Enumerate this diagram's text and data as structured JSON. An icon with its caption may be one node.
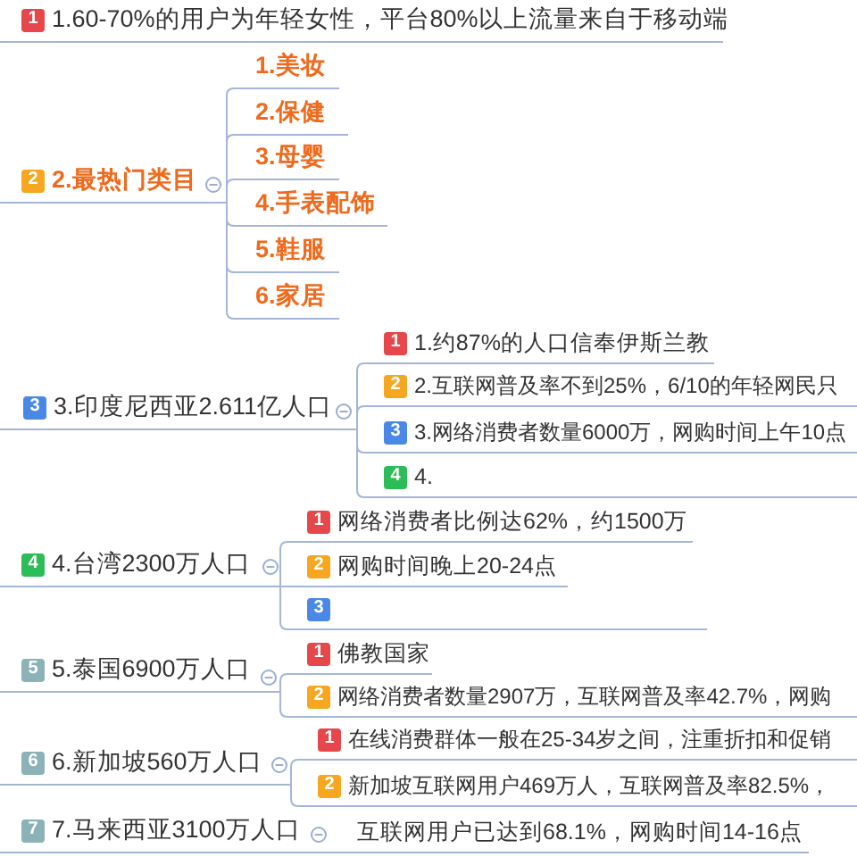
{
  "diagram": {
    "nodes": [
      {
        "text": [
          "1",
          "1.60-70%的用户为年轻女性，平台80%以上流量来自于移动端"
        ]
      },
      {
        "text": [
          "2",
          "2.最热门类目"
        ]
      },
      {
        "text": [
          "1.美妆"
        ]
      },
      {
        "text": [
          "2.保健"
        ]
      },
      {
        "text": [
          "3.母婴"
        ]
      },
      {
        "text": [
          "4.手表配饰"
        ]
      },
      {
        "text": [
          "5.鞋服"
        ]
      },
      {
        "text": [
          "6.家居"
        ]
      },
      {
        "text": [
          "3",
          "3.印度尼西亚2.611亿人口"
        ]
      },
      {
        "text": [
          "1",
          "1.约87%的人口信奉伊斯兰教"
        ]
      },
      {
        "text": [
          "2",
          "2.互联网普及率不到25%，6/10的年轻网民只"
        ]
      },
      {
        "text": [
          "3",
          "3.网络消费者数量6000万，网购时间上午10点"
        ]
      },
      {
        "text": [
          "4",
          "4."
        ]
      },
      {
        "text": [
          "4",
          "4.台湾2300万人口"
        ]
      },
      {
        "text": [
          "1",
          "网络消费者比例达62%，约1500万"
        ]
      },
      {
        "text": [
          "2",
          "网购时间晚上20-24点"
        ]
      },
      {
        "text": [
          "3"
        ]
      },
      {
        "text": [
          "5",
          "5.泰国6900万人口"
        ]
      },
      {
        "text": [
          "1",
          "佛教国家"
        ]
      },
      {
        "text": [
          "2",
          "网络消费者数量2907万，互联网普及率42.7%，网购"
        ]
      },
      {
        "text": [
          "6",
          "6.新加坡560万人口"
        ]
      },
      {
        "text": [
          "1",
          "在线消费群体一般在25-34岁之间，注重折扣和促销"
        ]
      },
      {
        "text": [
          "2",
          "新加坡互联网用户469万人，互联网普及率82.5%，"
        ]
      },
      {
        "text": [
          "7",
          "7.马来西亚3100万人口"
        ]
      },
      {
        "text": [
          "互联网用户已达到68.1%，网购时间14-16点"
        ]
      }
    ],
    "edges": [
      {
        "from": 1,
        "to": 2,
        "arrow": "none"
      },
      {
        "from": 1,
        "to": 3,
        "arrow": "none"
      },
      {
        "from": 1,
        "to": 4,
        "arrow": "none"
      },
      {
        "from": 1,
        "to": 5,
        "arrow": "none"
      },
      {
        "from": 1,
        "to": 6,
        "arrow": "none"
      },
      {
        "from": 1,
        "to": 7,
        "arrow": "none"
      },
      {
        "from": 8,
        "to": 9,
        "arrow": "none"
      },
      {
        "from": 8,
        "to": 10,
        "arrow": "none"
      },
      {
        "from": 8,
        "to": 11,
        "arrow": "none"
      },
      {
        "from": 8,
        "to": 12,
        "arrow": "none"
      },
      {
        "from": 13,
        "to": 14,
        "arrow": "none"
      },
      {
        "from": 13,
        "to": 15,
        "arrow": "none"
      },
      {
        "from": 13,
        "to": 16,
        "arrow": "none"
      },
      {
        "from": 17,
        "to": 18,
        "arrow": "none"
      },
      {
        "from": 17,
        "to": 19,
        "arrow": "none"
      },
      {
        "from": 20,
        "to": 21,
        "arrow": "none"
      },
      {
        "from": 20,
        "to": 22,
        "arrow": "none"
      },
      {
        "from": 23,
        "to": 24,
        "arrow": "none"
      }
    ]
  }
}
